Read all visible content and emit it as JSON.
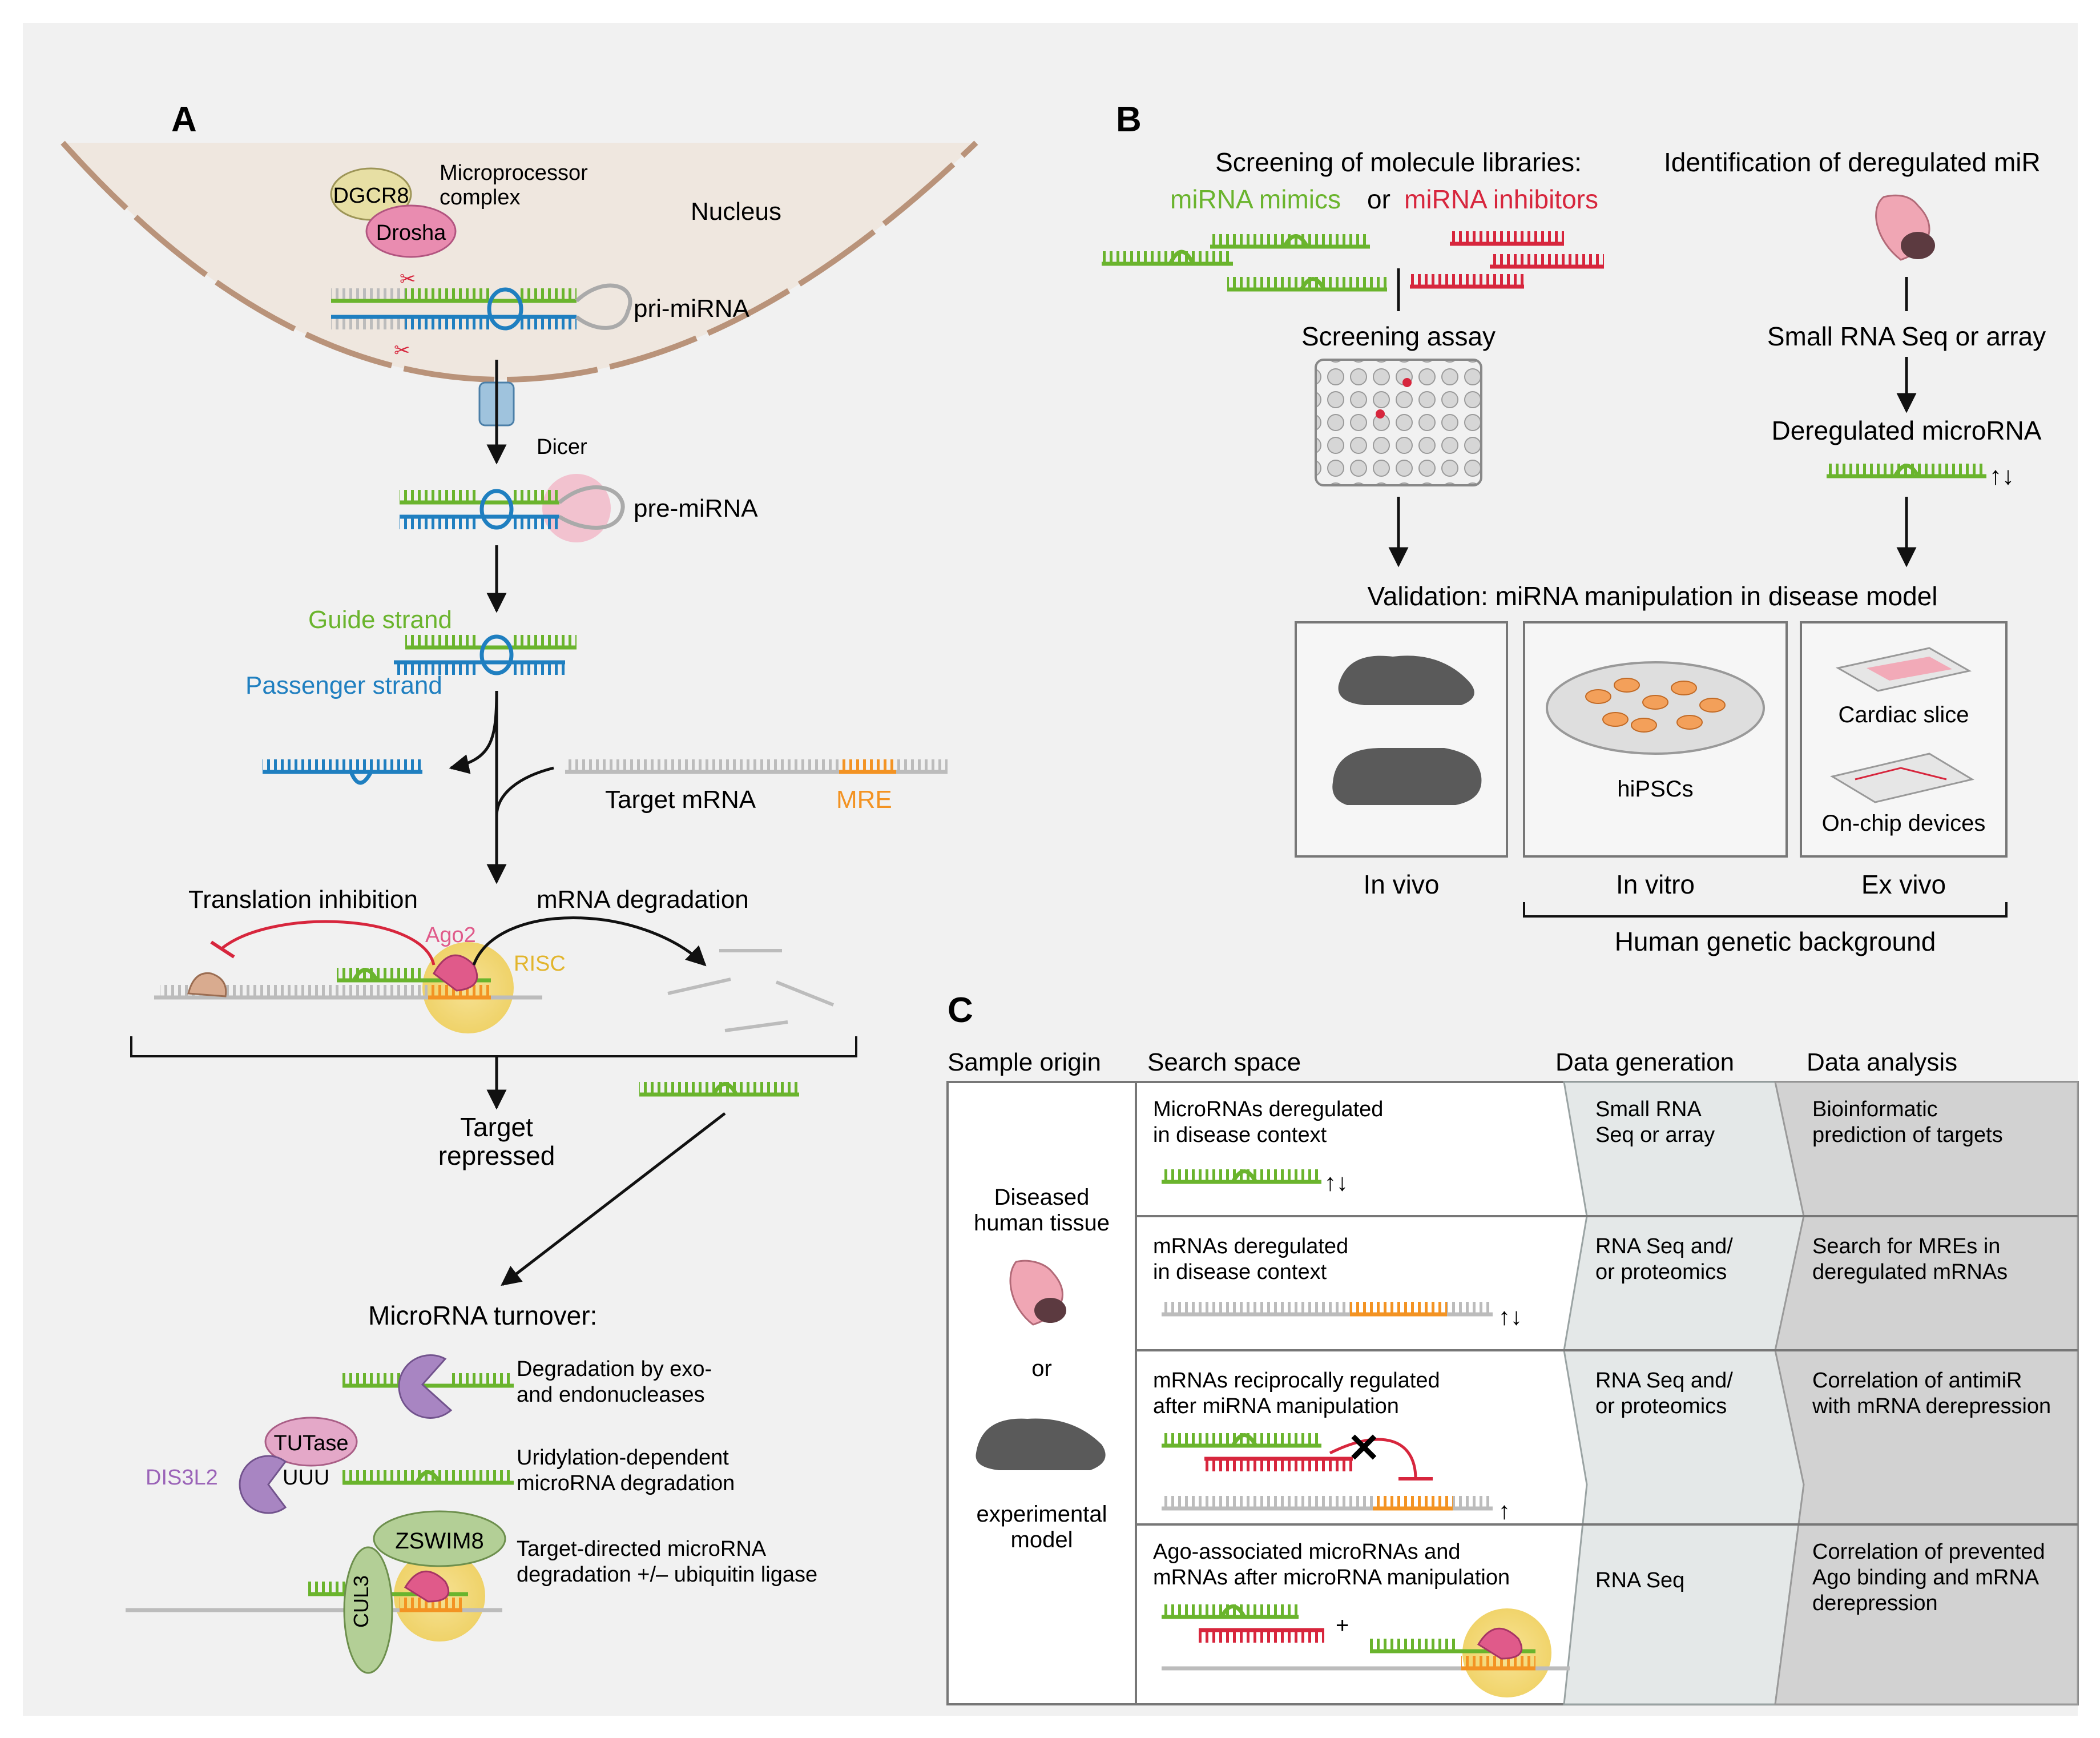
{
  "panel_a": {
    "letter": "A",
    "nucleus": "Nucleus",
    "dgcr8": "DGCR8",
    "drosha": "Drosha",
    "microprocessor_1": "Microprocessor",
    "microprocessor_2": "complex",
    "pri": "pri-miRNA",
    "dicer": "Dicer",
    "pre": "pre-miRNA",
    "guide": "Guide strand",
    "passenger": "Passenger strand",
    "target_mrna": "Target mRNA",
    "mre": "MRE",
    "translation_inhibition": "Translation inhibition",
    "mrna_degradation": "mRNA degradation",
    "ago2": "Ago2",
    "risc": "RISC",
    "target_repressed_1": "Target",
    "target_repressed_2": "repressed",
    "turnover": "MicroRNA turnover:",
    "deg1_1": "Degradation by exo-",
    "deg1_2": "and endonucleases",
    "tutase": "TUTase",
    "dis3l2": "DIS3L2",
    "uuu": "UUU",
    "deg2_1": "Uridylation-dependent",
    "deg2_2": "microRNA degradation",
    "zswim8": "ZSWIM8",
    "cul3": "CUL3",
    "deg3_1": "Target-directed microRNA",
    "deg3_2": "degradation +/– ubiquitin ligase"
  },
  "panel_b": {
    "letter": "B",
    "screening_title": "Screening of molecule libraries:",
    "mimics": "miRNA mimics",
    "or": "or",
    "inhibitors": "miRNA inhibitors",
    "identification": "Identification of deregulated miR",
    "screening_assay": "Screening assay",
    "small_rna_seq": "Small RNA Seq or array",
    "deregulated_microrna": "Deregulated microRNA",
    "validation": "Validation: miRNA manipulation in disease model",
    "hipscs": "hiPSCs",
    "cardiac_slice": "Cardiac slice",
    "on_chip": "On-chip devices",
    "in_vivo": "In vivo",
    "in_vitro": "In vitro",
    "ex_vivo": "Ex vivo",
    "human_bg": "Human genetic background"
  },
  "panel_c": {
    "letter": "C",
    "headers": [
      "Sample origin",
      "Search space",
      "Data generation",
      "Data analysis"
    ],
    "origin_1": "Diseased",
    "origin_2": "human tissue",
    "origin_or": "or",
    "origin_3": "experimental",
    "origin_4": "model",
    "rows": [
      {
        "search_1": "MicroRNAs deregulated",
        "search_2": "in disease context",
        "gen_1": "Small RNA",
        "gen_2": "Seq or array",
        "ana_1": "Bioinformatic",
        "ana_2": "prediction of targets",
        "ana_3": ""
      },
      {
        "search_1": "mRNAs deregulated",
        "search_2": "in disease context",
        "gen_1": "RNA Seq and/",
        "gen_2": "or proteomics",
        "ana_1": "Search for MREs in",
        "ana_2": "deregulated mRNAs",
        "ana_3": ""
      },
      {
        "search_1": "mRNAs reciprocally regulated",
        "search_2": "after miRNA manipulation",
        "gen_1": "RNA Seq and/",
        "gen_2": "or proteomics",
        "ana_1": "Correlation of antimiR",
        "ana_2": "with mRNA derepression",
        "ana_3": ""
      },
      {
        "search_1": "Ago-associated microRNAs and",
        "search_2": "mRNAs after microRNA manipulation",
        "gen_1": "RNA Seq",
        "gen_2": "",
        "ana_1": "Correlation of prevented",
        "ana_2": "Ago binding and mRNA",
        "ana_3": "derepression"
      }
    ],
    "plus": "+"
  },
  "colors": {
    "guide_green": "#6ab42d",
    "passenger_blue": "#1f7fc0",
    "inhibitor_red": "#d7263d",
    "mre_orange": "#f39323",
    "mrna_gray": "#bcbcbc",
    "ago_pink": "#e05a8a",
    "risc_yellow": "#f5d76e",
    "nucleus_fill": "#efe7df"
  }
}
